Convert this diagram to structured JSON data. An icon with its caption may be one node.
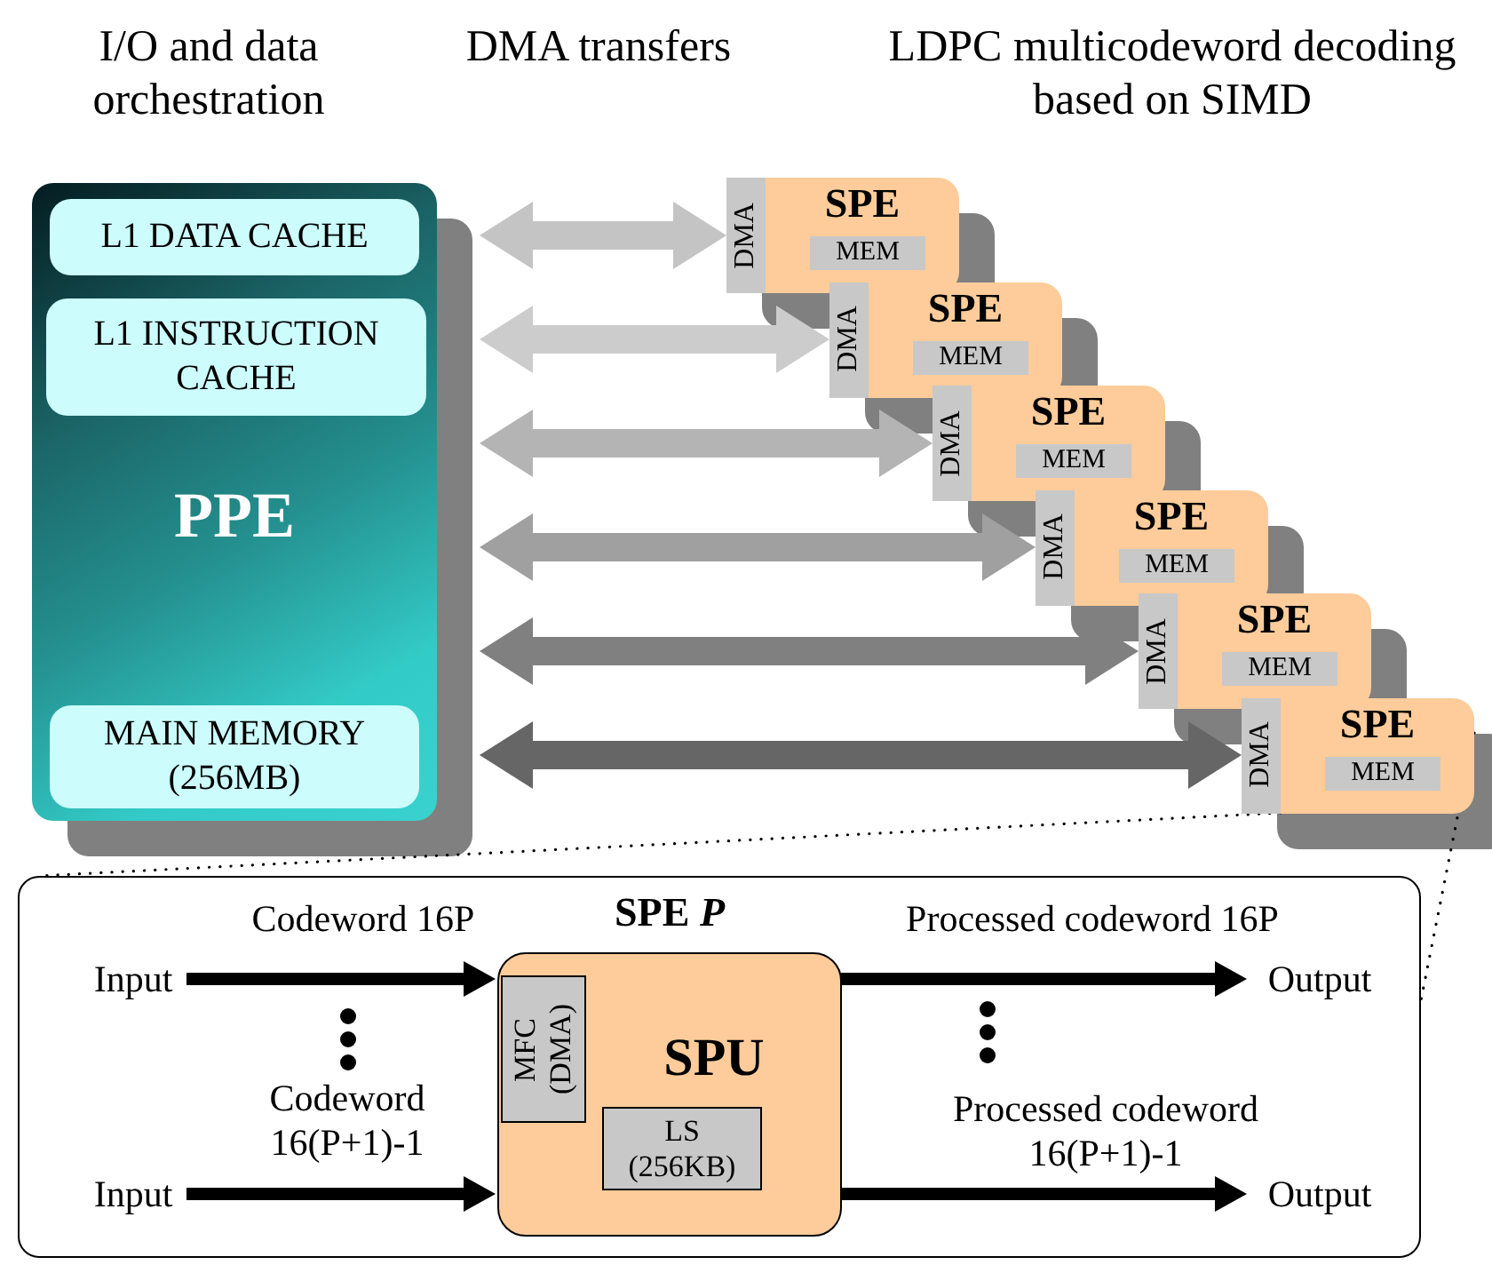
{
  "diagram": {
    "nodes": [
      {
        "text": [
          "PPE"
        ]
      },
      {
        "text": [
          "L1 DATA CACHE"
        ],
        "in": 0
      },
      {
        "text": [
          "L1 INSTRUCTION CACHE"
        ],
        "in": 0
      },
      {
        "text": [
          "MAIN MEMORY (256MB)"
        ],
        "in": 0
      },
      {
        "text": [
          "DMA"
        ]
      },
      {
        "text": [
          "SPE"
        ]
      },
      {
        "text": [
          "MEM"
        ],
        "in": 5
      },
      {
        "text": [
          "DMA"
        ]
      },
      {
        "text": [
          "SPE"
        ]
      },
      {
        "text": [
          "MEM"
        ],
        "in": 8
      },
      {
        "text": [
          "DMA"
        ]
      },
      {
        "text": [
          "SPE"
        ]
      },
      {
        "text": [
          "MEM"
        ],
        "in": 11
      },
      {
        "text": [
          "DMA"
        ]
      },
      {
        "text": [
          "SPE"
        ]
      },
      {
        "text": [
          "MEM"
        ],
        "in": 14
      },
      {
        "text": [
          "DMA"
        ]
      },
      {
        "text": [
          "SPE"
        ]
      },
      {
        "text": [
          "MEM"
        ],
        "in": 17
      },
      {
        "text": [
          "DMA"
        ]
      },
      {
        "text": [
          "SPE"
        ]
      },
      {
        "text": [
          "MEM"
        ],
        "in": 20
      },
      {
        "text": [],
        "shape": "box"
      },
      {
        "text": [
          "SPE *P*",
          "SPU"
        ],
        "in": 22
      },
      {
        "text": [
          "MFC (DMA)"
        ],
        "in": 23
      },
      {
        "text": [
          "LS (256KB)"
        ],
        "in": 23
      },
      {
        "text": [
          "Input"
        ],
        "in": 22
      },
      {
        "text": [
          "Input"
        ],
        "in": 22
      },
      {
        "text": [
          "Output"
        ],
        "in": 22
      },
      {
        "text": [
          "Output"
        ],
        "in": 22
      }
    ],
    "edges": [
      {
        "from": 0,
        "to": 4,
        "arrow": "both",
        "style": "thick",
        "color": "#c4c4c4"
      },
      {
        "from": 0,
        "to": 7,
        "arrow": "both",
        "style": "thick",
        "color": "#cccccc"
      },
      {
        "from": 0,
        "to": 10,
        "arrow": "both",
        "style": "thick",
        "color": "#b4b4b4"
      },
      {
        "from": 0,
        "to": 13,
        "arrow": "both",
        "style": "thick",
        "color": "#a0a0a0"
      },
      {
        "from": 0,
        "to": 16,
        "arrow": "both",
        "style": "thick",
        "color": "#808080"
      },
      {
        "from": 0,
        "to": 19,
        "arrow": "both",
        "style": "thick",
        "color": "#666666"
      },
      {
        "from": 26,
        "to": 23,
        "arrow": "to",
        "label": "Codeword 16P"
      },
      {
        "from": 27,
        "to": 23,
        "arrow": "to",
        "label": "Codeword 16(P+1)-1"
      },
      {
        "from": 23,
        "to": 28,
        "arrow": "to",
        "label": "Processed codeword 16P"
      },
      {
        "from": 23,
        "to": 29,
        "arrow": "to",
        "label": "Processed codeword 16(P+1)-1"
      },
      {
        "from": 20,
        "to": 22,
        "arrow": "none",
        "style": "dashed"
      },
      {
        "from": 20,
        "to": 22,
        "arrow": "none",
        "style": "dashed"
      }
    ],
    "labels": [
      "I/O and data orchestration",
      "DMA transfers",
      "LDPC multicodeword decoding based on SIMD"
    ]
  }
}
